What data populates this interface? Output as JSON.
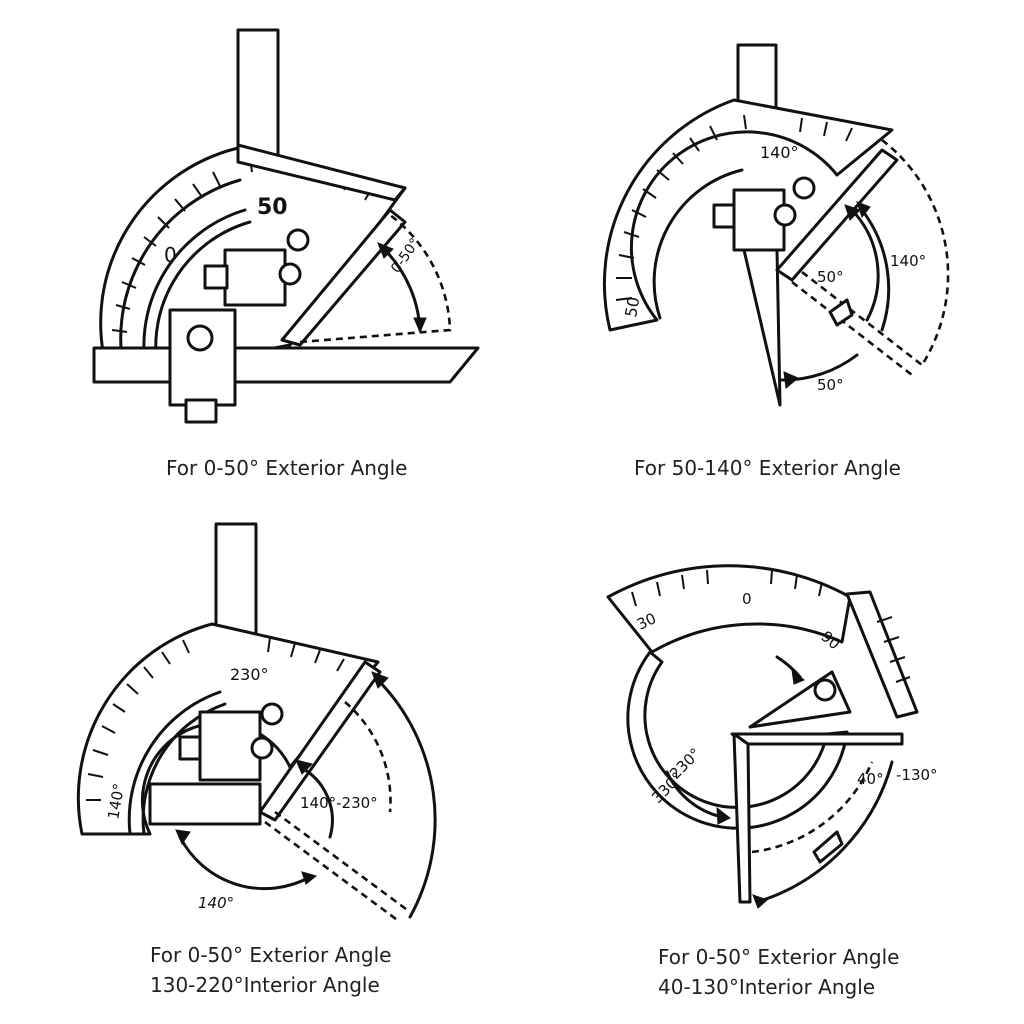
{
  "panels": [
    {
      "scale_labels": [
        "0",
        "50"
      ],
      "angle_labels": [
        "0-50°"
      ],
      "caption_lines": [
        "For 0-50° Exterior Angle"
      ]
    },
    {
      "scale_labels": [
        "140°",
        "50"
      ],
      "angle_labels": [
        "50°",
        "140°",
        "50°"
      ],
      "caption_lines": [
        "For 50-140° Exterior Angle"
      ]
    },
    {
      "scale_labels": [
        "230°",
        "140°"
      ],
      "angle_labels": [
        "140°-230°",
        "140°"
      ],
      "caption_lines": [
        "For 0-50° Exterior Angle",
        "130-220°Interior Angle"
      ]
    },
    {
      "scale_labels": [
        "30",
        "0",
        "90"
      ],
      "angle_labels": [
        "230°",
        "330°",
        "40°",
        "-130°"
      ],
      "caption_lines": [
        "For 0-50° Exterior Angle",
        "40-130°Interior Angle"
      ]
    }
  ]
}
